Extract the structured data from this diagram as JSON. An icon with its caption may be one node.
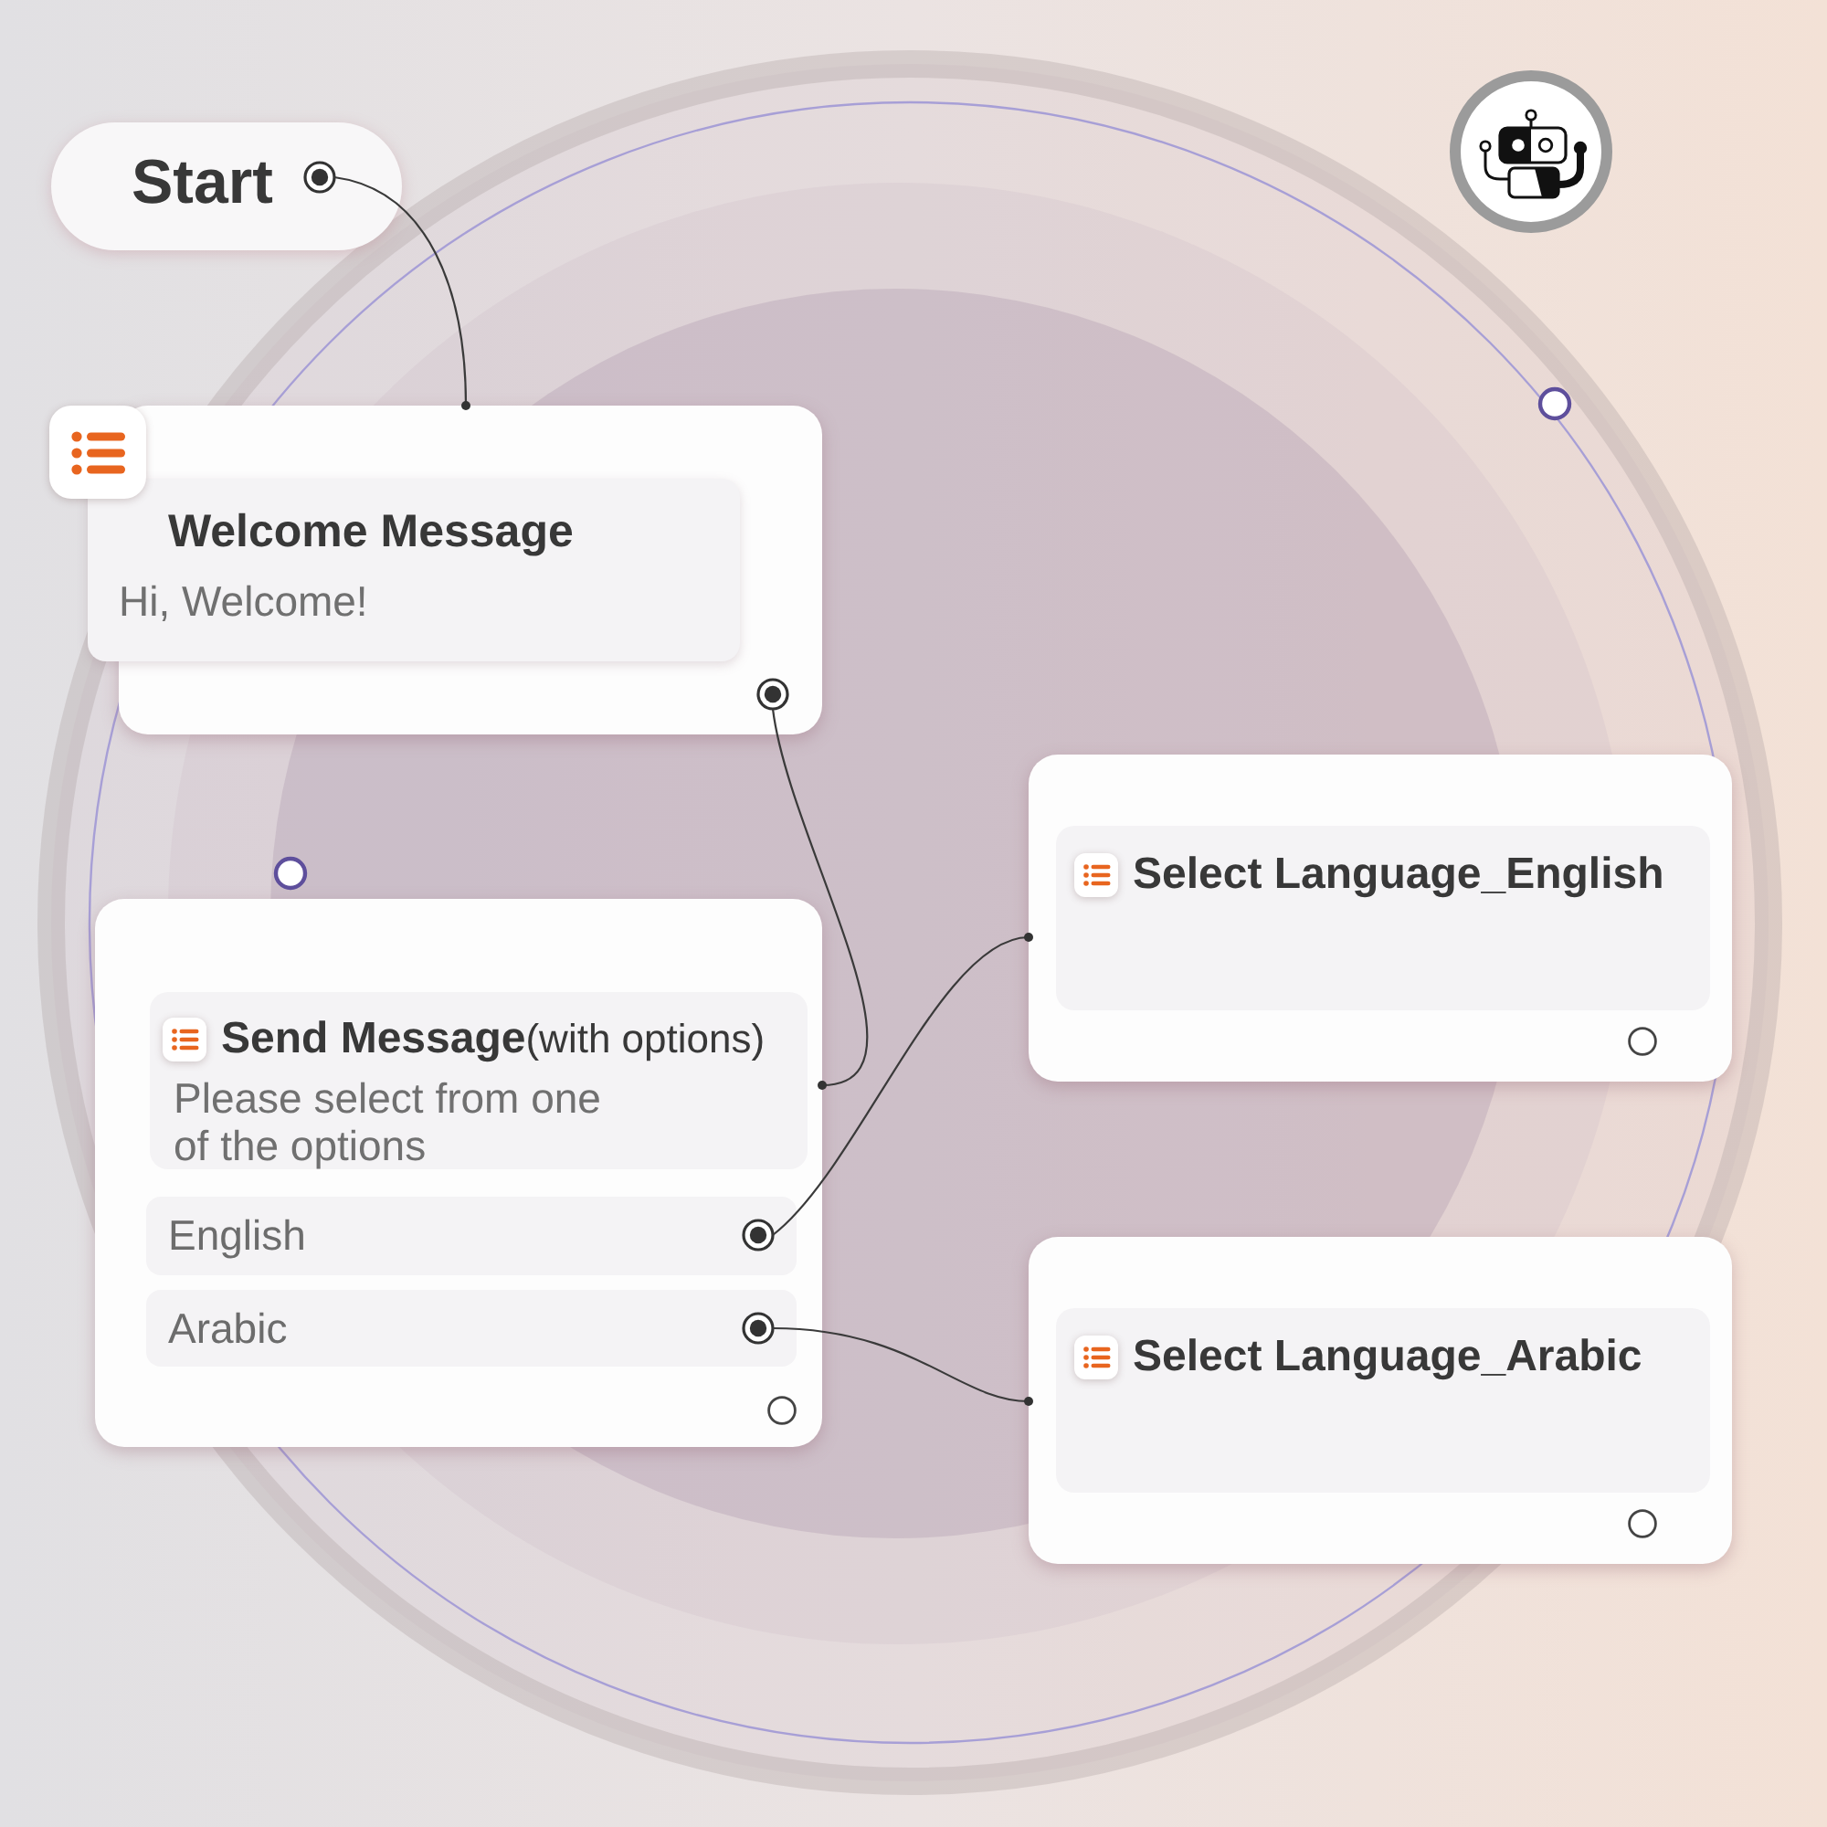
{
  "diagram": {
    "nodes": [
      {
        "text": [
          "Start"
        ]
      },
      {
        "text": [
          "Welcome Message",
          "Hi, Welcome!"
        ]
      },
      {
        "text": [
          "**Send Message**(with options)",
          "Please select from one of the options"
        ]
      },
      {
        "text": [
          "English"
        ],
        "in": 2
      },
      {
        "text": [
          "Arabic"
        ],
        "in": 2
      },
      {
        "text": [
          "Select Language_English"
        ]
      },
      {
        "text": [
          "Select Language_Arabic"
        ]
      }
    ],
    "edges": [
      {
        "from": 0,
        "to": 1,
        "arrow": "other"
      },
      {
        "from": 1,
        "to": 2,
        "arrow": "other"
      },
      {
        "from": 3,
        "to": 5,
        "arrow": "other"
      },
      {
        "from": 4,
        "to": 6,
        "arrow": "other"
      }
    ]
  }
}
